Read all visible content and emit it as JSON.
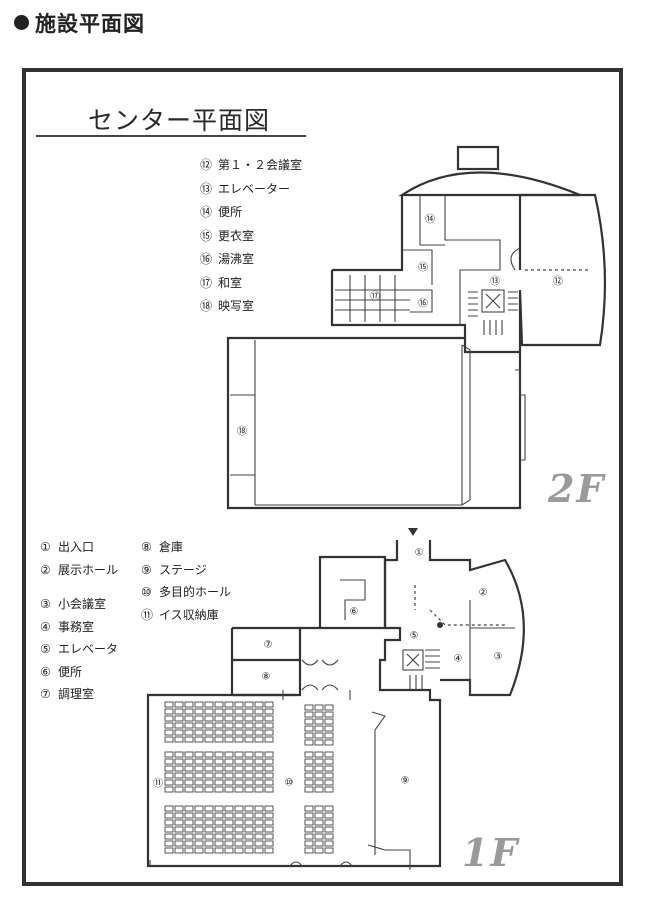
{
  "page_heading": "施設平面図",
  "plan_title": "センター平面図",
  "floor_2f": {
    "label": "2F",
    "legend": [
      {
        "num": "⑫",
        "label": "第１・２会議室"
      },
      {
        "num": "⑬",
        "label": "エレベーター"
      },
      {
        "num": "⑭",
        "label": "便所"
      },
      {
        "num": "⑮",
        "label": "更衣室"
      },
      {
        "num": "⑯",
        "label": "湯沸室"
      },
      {
        "num": "⑰",
        "label": "和室"
      },
      {
        "num": "⑱",
        "label": "映写室"
      }
    ],
    "room_markers": [
      "⑫",
      "⑬",
      "⑭",
      "⑮",
      "⑯",
      "⑰",
      "⑱"
    ]
  },
  "floor_1f": {
    "label": "1F",
    "legend_col1": [
      {
        "num": "①",
        "label": "出入口"
      },
      {
        "num": "②",
        "label": "展示ホール"
      },
      {
        "num": "③",
        "label": "小会議室"
      },
      {
        "num": "④",
        "label": "事務室"
      },
      {
        "num": "⑤",
        "label": "エレベータ"
      },
      {
        "num": "⑥",
        "label": "便所"
      },
      {
        "num": "⑦",
        "label": "調理室"
      }
    ],
    "legend_col2": [
      {
        "num": "⑧",
        "label": "倉庫"
      },
      {
        "num": "⑨",
        "label": "ステージ"
      },
      {
        "num": "⑩",
        "label": "多目的ホール"
      },
      {
        "num": "⑪",
        "label": "イス収納庫"
      }
    ],
    "room_markers": [
      "①",
      "②",
      "③",
      "④",
      "⑤",
      "⑥",
      "⑦",
      "⑧",
      "⑨",
      "⑩",
      "⑪"
    ]
  }
}
